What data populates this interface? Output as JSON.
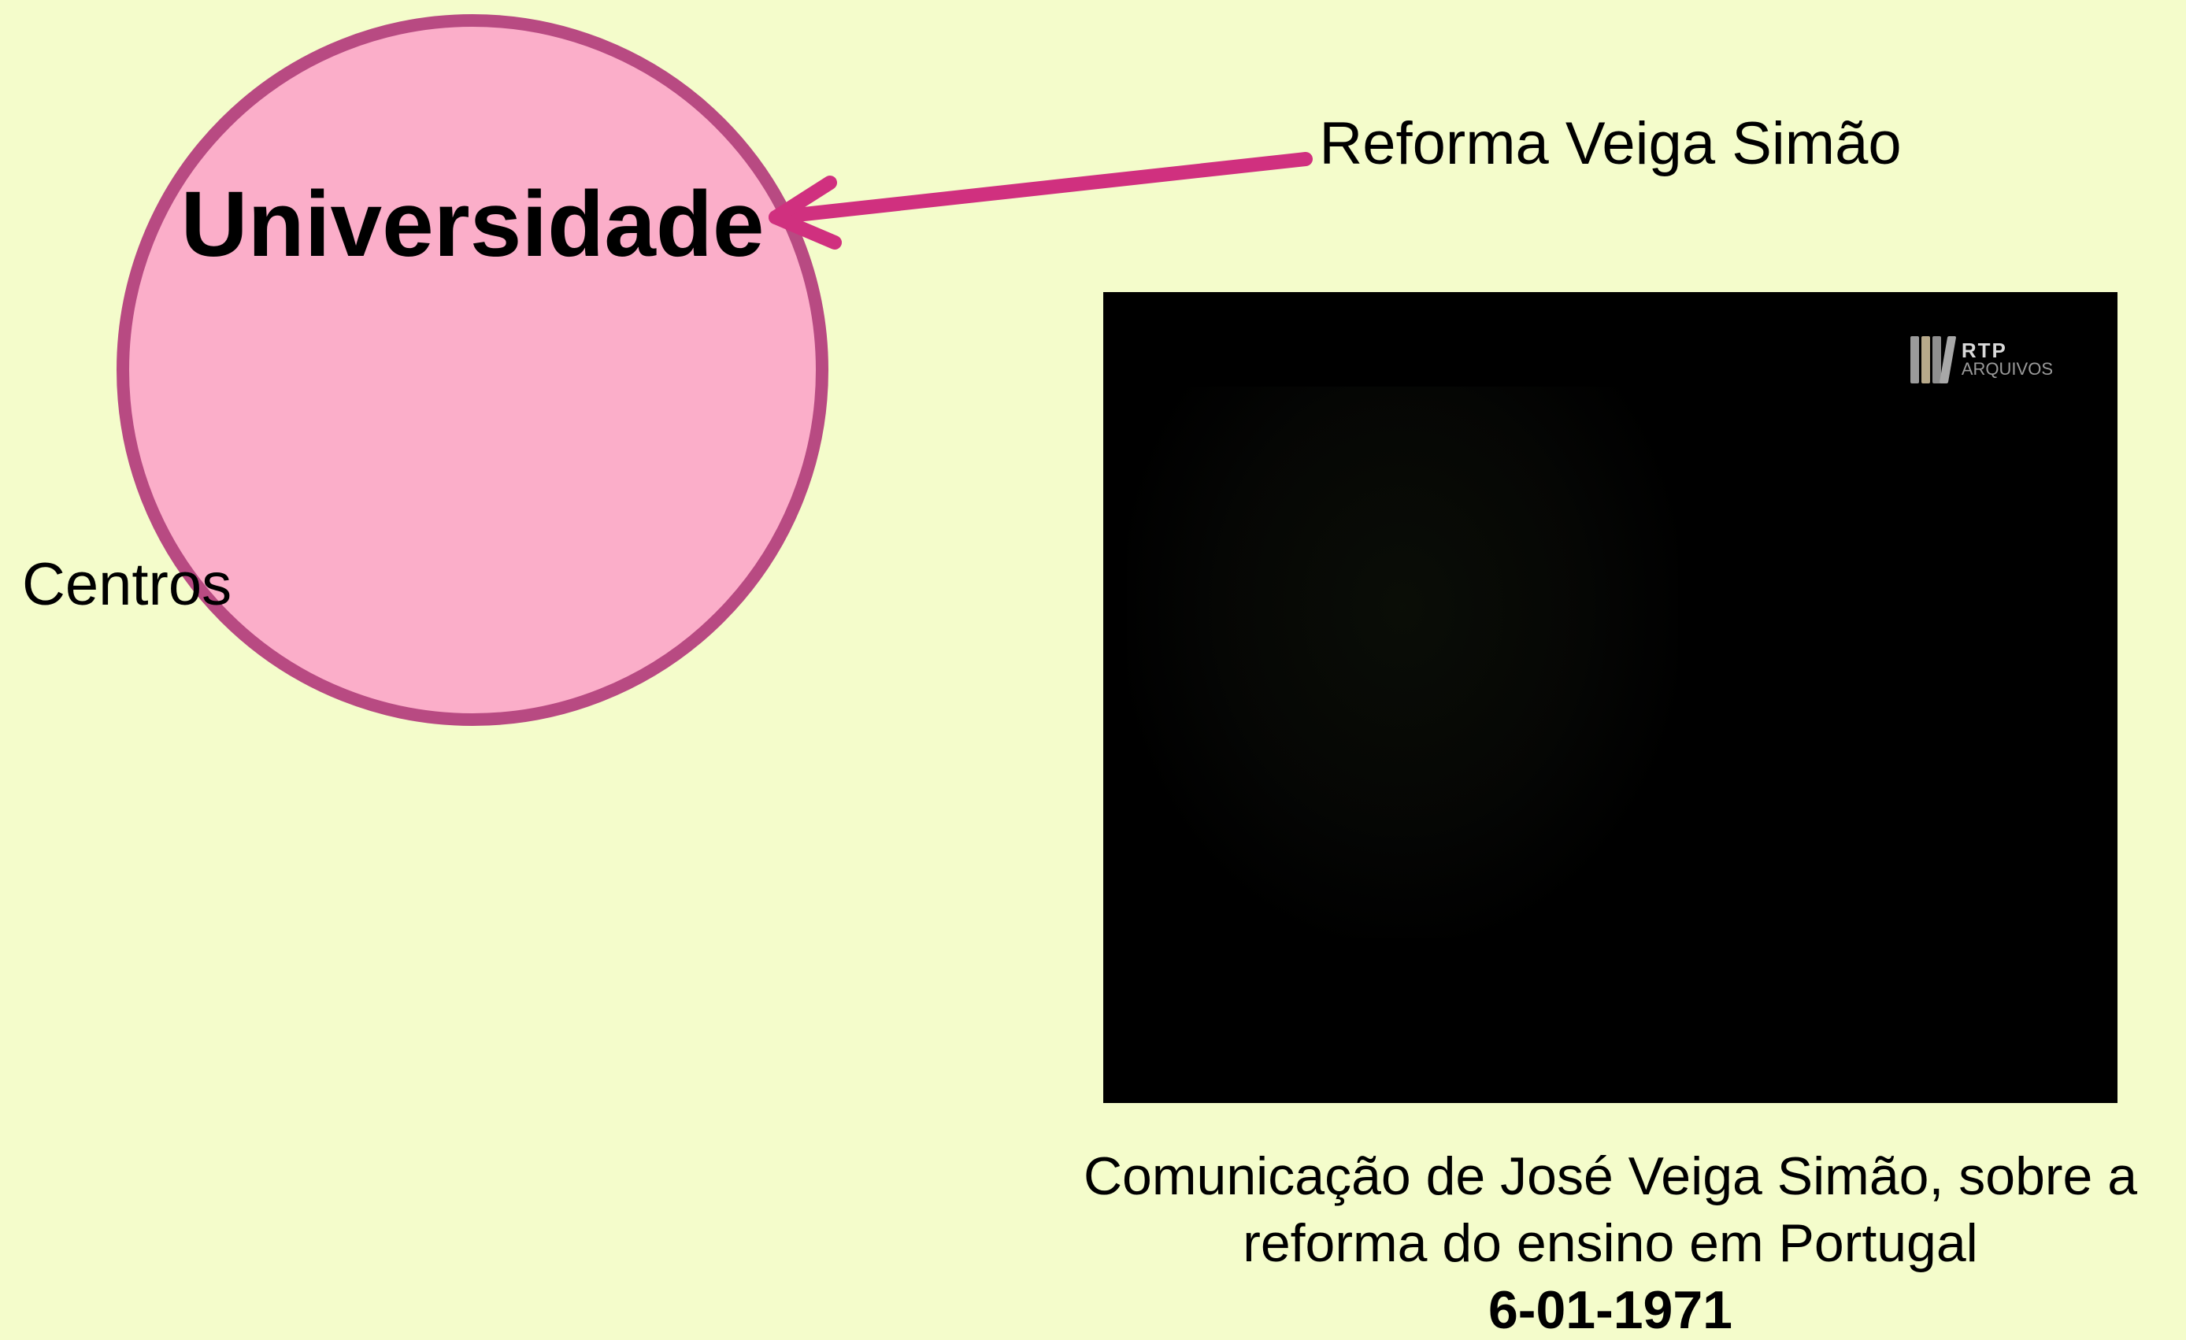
{
  "diagram": {
    "center_node": {
      "label": "Universidade",
      "fill": "#fbaec9",
      "stroke": "#b84a82"
    },
    "side_label": "Centros",
    "arrow": {
      "label": "Reforma Veiga Simão",
      "color": "#d0307f"
    }
  },
  "video": {
    "logo_icon": "rtp-bars-icon",
    "logo_title": "RTP",
    "logo_subtitle": "ARQUIVOS"
  },
  "caption": {
    "text": "Comunicação de José Veiga Simão, sobre a reforma do ensino em Portugal",
    "date": "6-01-1971"
  },
  "colors": {
    "background": "#f4fccb",
    "node_fill": "#fbaec9",
    "node_stroke": "#b84a82",
    "arrow": "#d0307f",
    "video_bg": "#000000"
  }
}
